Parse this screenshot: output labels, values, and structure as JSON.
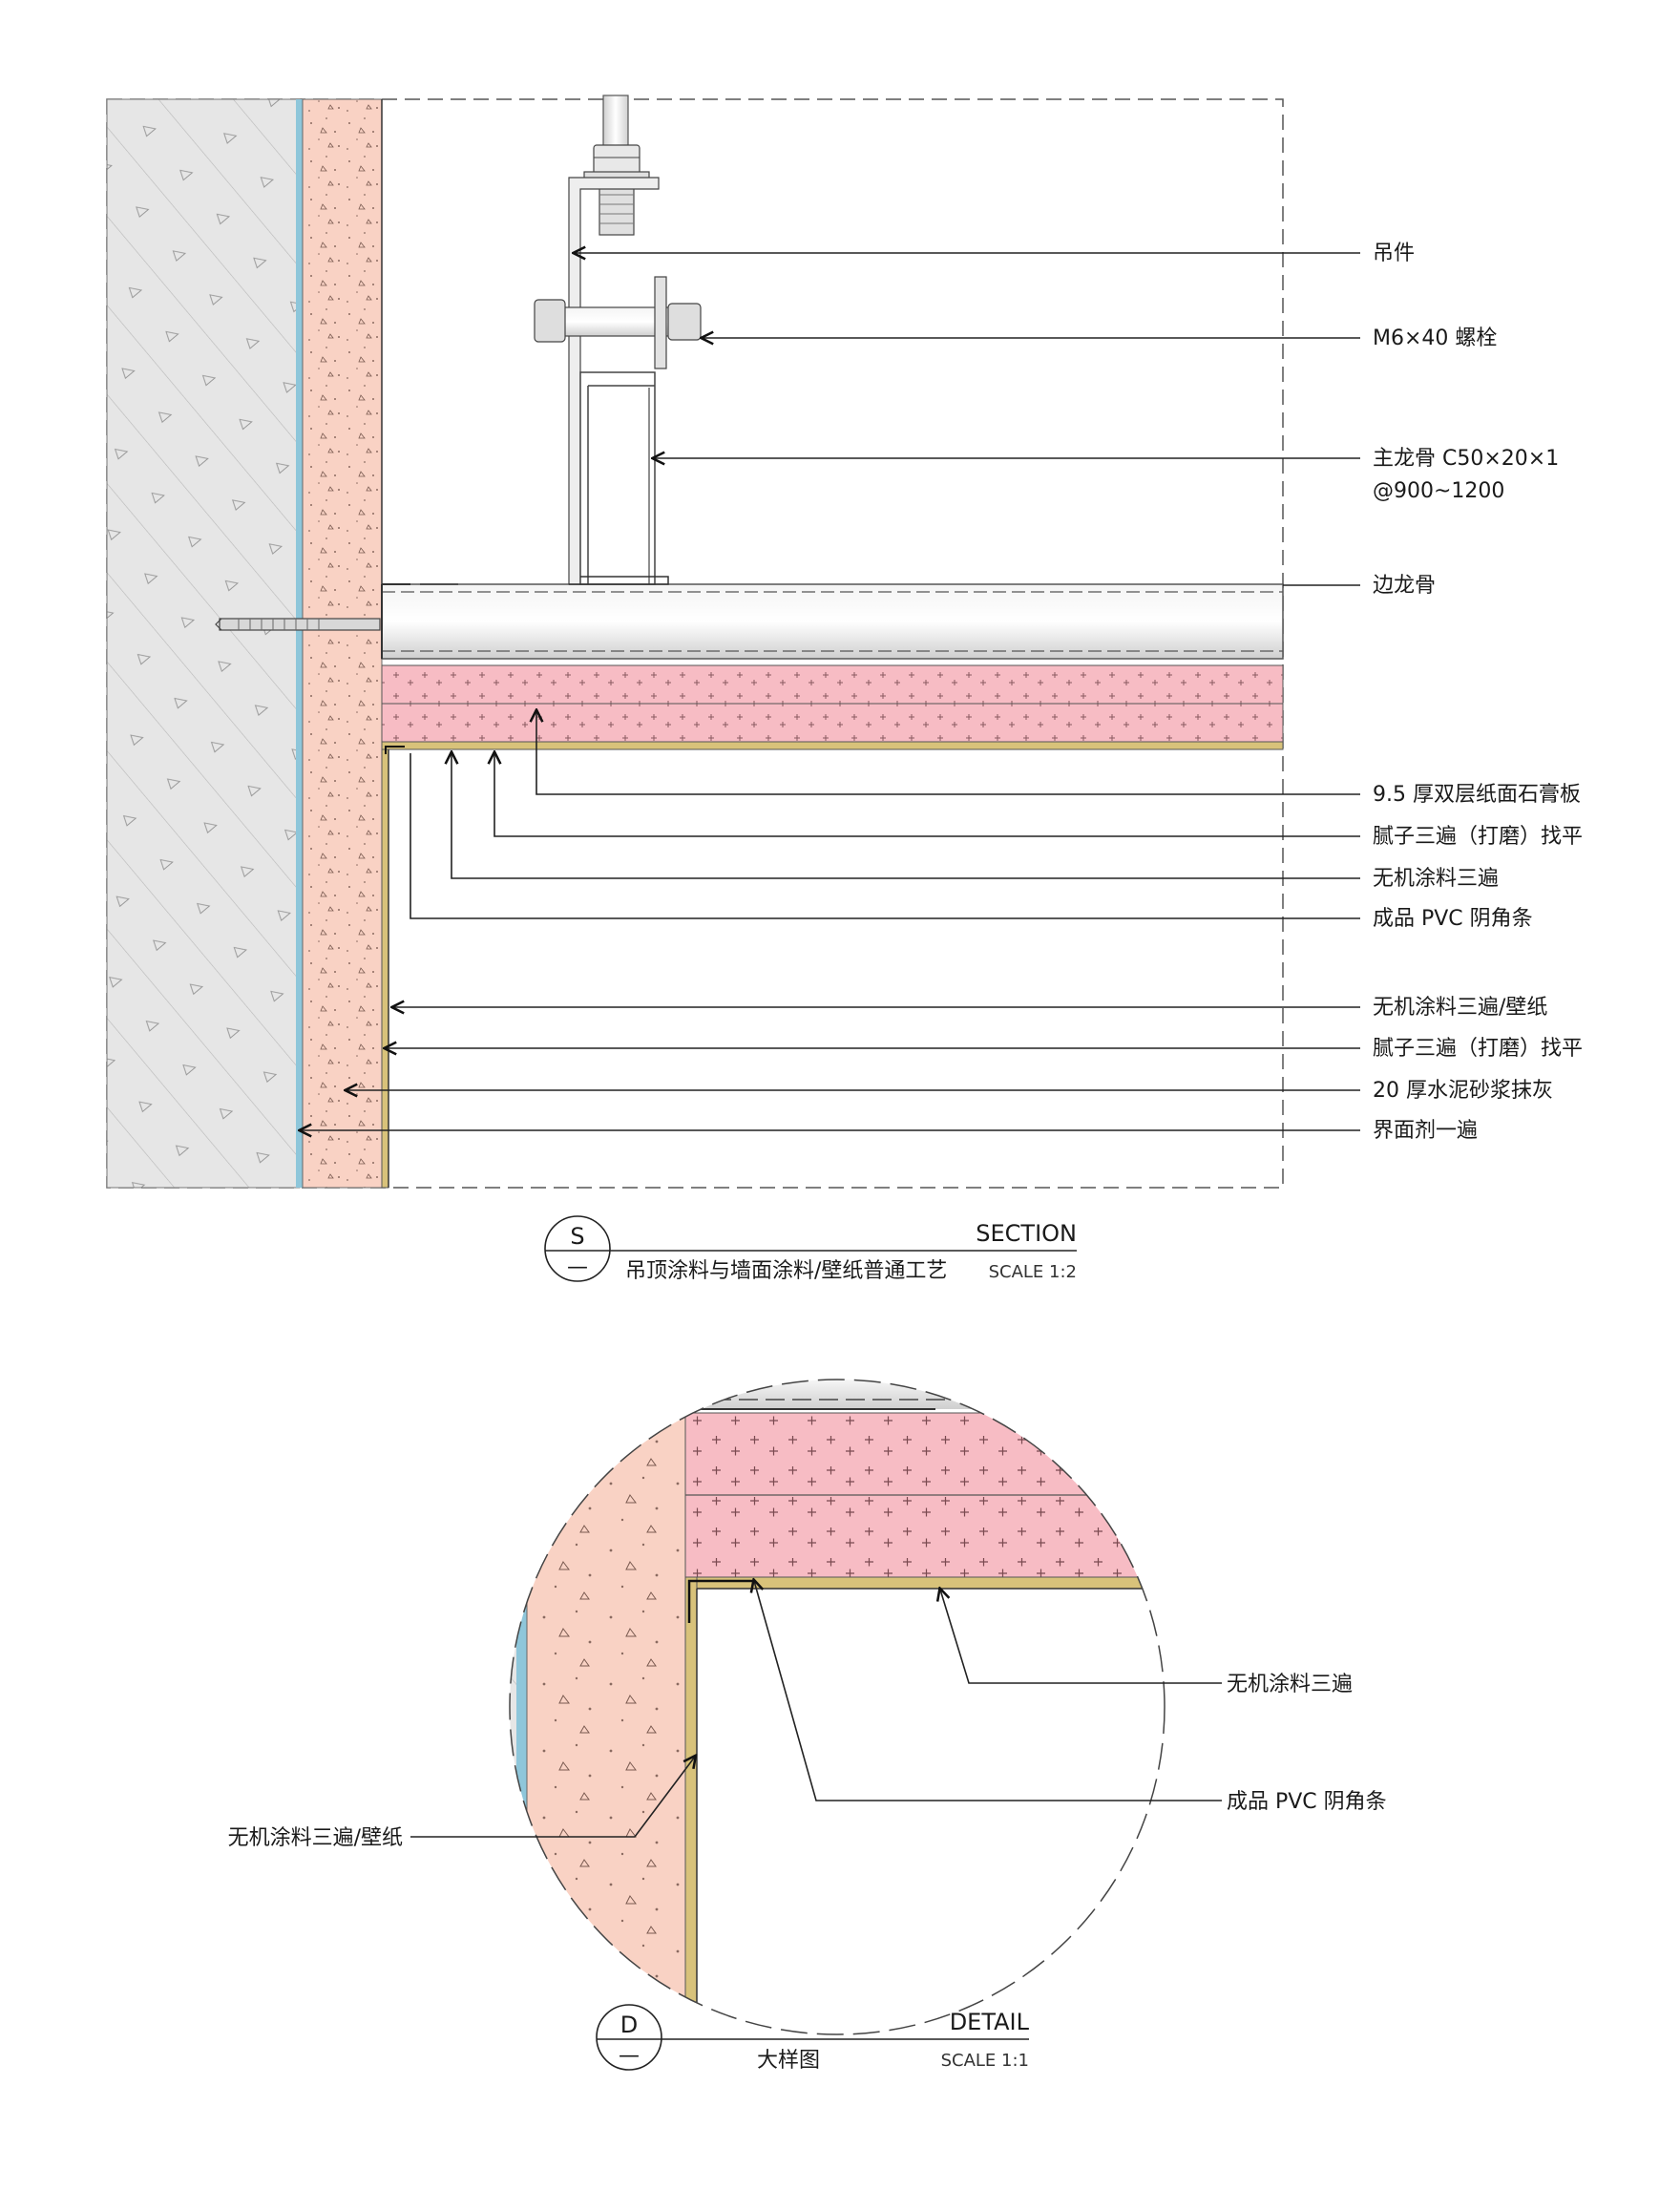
{
  "section": {
    "labels": {
      "hanger": "吊件",
      "bolt": "M6×40 螺栓",
      "main_keel_line1": "主龙骨 C50×20×1",
      "main_keel_line2": "@900~1200",
      "edge_keel": "边龙骨",
      "gypsum": "9.5 厚双层纸面石膏板",
      "putty_ceiling": "腻子三遍（打磨）找平",
      "paint_ceiling": "无机涂料三遍",
      "pvc_corner": "成品 PVC 阴角条",
      "paint_wall": "无机涂料三遍/壁纸",
      "putty_wall": "腻子三遍（打磨）找平",
      "mortar": "20 厚水泥砂浆抹灰",
      "interface": "界面剂一遍"
    },
    "title_block": {
      "symbol": "S",
      "symbol_sub": "—",
      "type": "SECTION",
      "name": "吊顶涂料与墙面涂料/壁纸普通工艺",
      "scale": "SCALE 1:2"
    }
  },
  "detail": {
    "labels": {
      "paint_ceiling": "无机涂料三遍",
      "pvc_corner": "成品 PVC 阴角条",
      "paint_wall": "无机涂料三遍/壁纸"
    },
    "title_block": {
      "symbol": "D",
      "symbol_sub": "—",
      "type": "DETAIL",
      "name": "大样图",
      "scale": "SCALE 1:1"
    }
  },
  "colors": {
    "concrete": "#e6e6e6",
    "plaster": "#f9d2c4",
    "gypsum": "#f7bcc4",
    "interface": "#8ec6da",
    "finish": "#d8c27a"
  }
}
